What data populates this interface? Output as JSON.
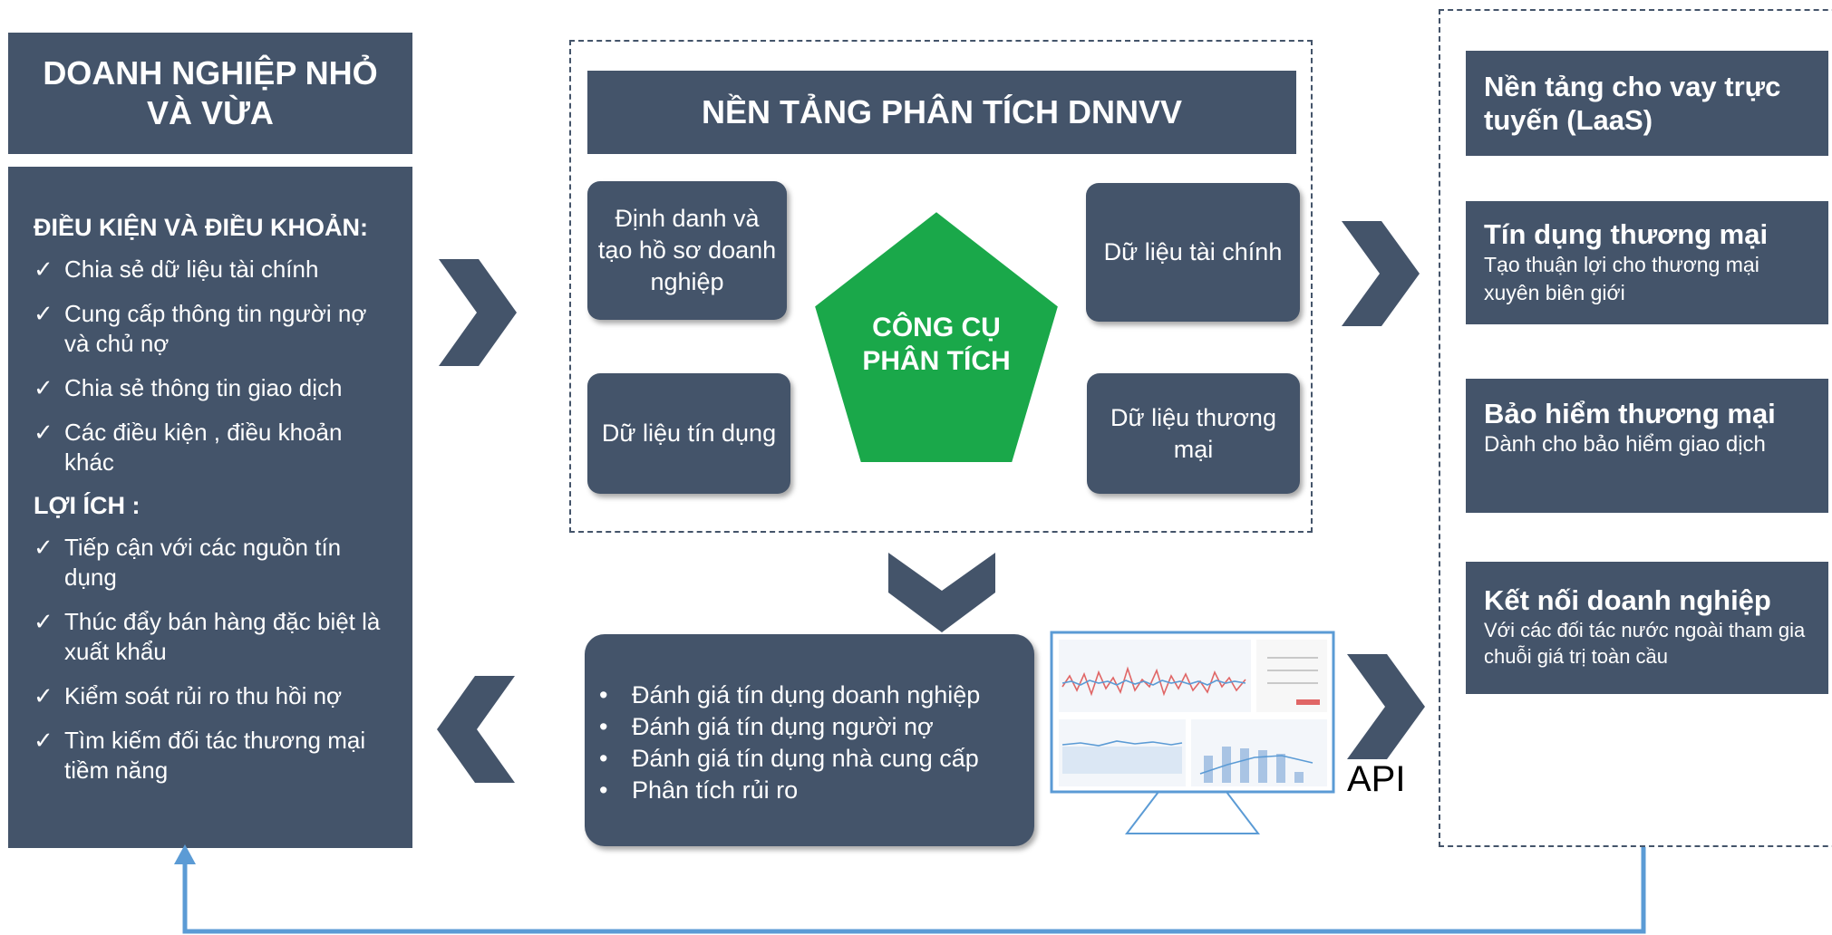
{
  "colors": {
    "navy": "#44546a",
    "green": "#1aa84a",
    "blue_line": "#5b9bd5"
  },
  "sme": {
    "title": "DOANH NGHIỆP NHỎ VÀ VỪA",
    "conditions_heading": "ĐIỀU KIỆN VÀ ĐIỀU KHOẢN:",
    "conditions": [
      "Chia sẻ dữ liệu tài chính",
      "Cung cấp thông tin người nợ và chủ nợ",
      "Chia sẻ thông tin giao dịch",
      "Các điều kiện , điều khoản khác"
    ],
    "benefits_heading": "LỢI ÍCH :",
    "benefits": [
      "Tiếp cận với các nguồn tín dụng",
      "Thúc đẩy bán hàng đặc biệt là xuất khẩu",
      "Kiểm soát rủi ro thu hồi nợ",
      "Tìm kiếm đối tác thương mại tiềm năng"
    ],
    "check_mark": "✓"
  },
  "platform": {
    "title": "NỀN TẢNG PHÂN TÍCH DNNVV",
    "identity": "Định danh và tạo hồ sơ doanh nghiệp",
    "financial_data": "Dữ liệu tài chính",
    "credit_data": "Dữ liệu tín dụng",
    "trade_data": "Dữ liệu thương mại",
    "tool": "CÔNG CỤ PHÂN TÍCH"
  },
  "analysis": {
    "bullet": "•",
    "items": [
      "Đánh giá tín dụng doanh nghiệp",
      "Đánh giá tín dụng người nợ",
      "Đánh giá tín dụng nhà cung cấp",
      "Phân tích rủi ro"
    ]
  },
  "api_label": "API",
  "services": [
    {
      "title": "Nền tảng cho vay trực tuyến (LaaS)",
      "desc": ""
    },
    {
      "title": "Tín dụng thương mại",
      "desc": "Tạo thuận lợi cho thương mại xuyên biên giới"
    },
    {
      "title": "Bảo hiểm thương mại",
      "desc": "Dành cho bảo hiểm giao dịch"
    },
    {
      "title": "Kết nối doanh nghiệp",
      "desc": "Với các đối tác nước ngoài tham gia chuỗi giá trị toàn cầu"
    }
  ]
}
